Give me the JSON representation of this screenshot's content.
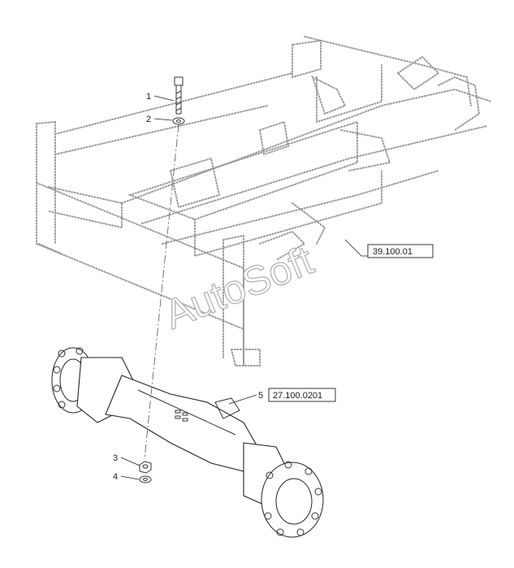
{
  "callouts": [
    {
      "number": "1"
    },
    {
      "number": "2"
    },
    {
      "number": "3"
    },
    {
      "number": "4"
    },
    {
      "number": "5",
      "reference": "27.100.0201"
    }
  ],
  "frame_reference": "39.100.01",
  "watermark": "AutoSoft",
  "colors": {
    "line": "#222222",
    "phantom": "#9a9a9a",
    "watermark_outline": "#b8b8b8"
  }
}
